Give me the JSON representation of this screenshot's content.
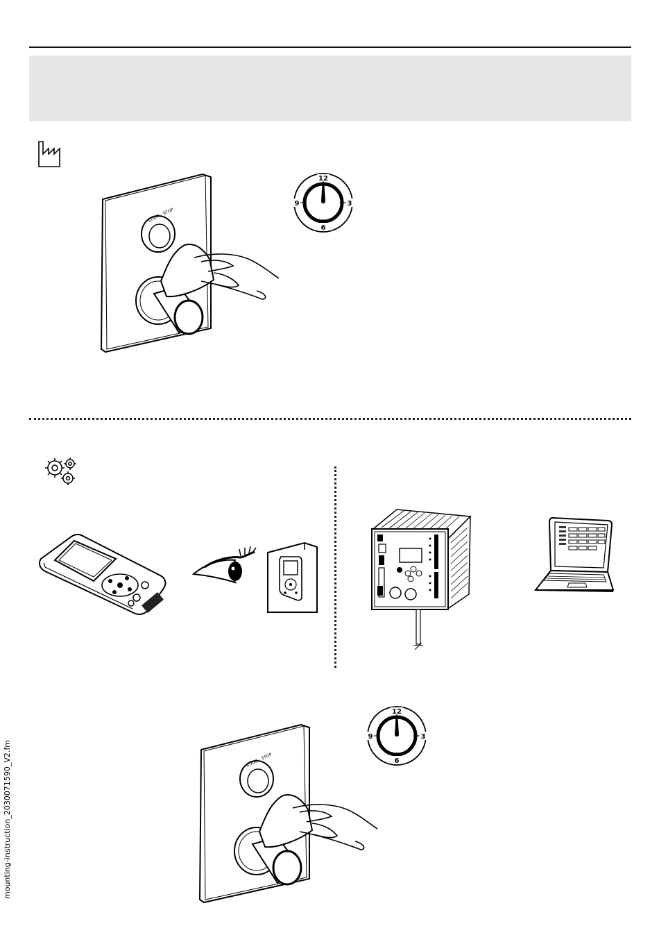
{
  "clock_top": {
    "n12": "12",
    "n3": "3",
    "n6": "6",
    "n9": "9"
  },
  "clock_bottom": {
    "n12": "12",
    "n3": "3",
    "n6": "6",
    "n9": "9"
  },
  "panel_top": {
    "button_label": "START · STOP"
  },
  "panel_bottom": {
    "button_label": "START · STOP"
  },
  "side_label": "mounting-instruction_2030071590_V2.fm",
  "icons": {
    "factory": "factory-icon",
    "settings": "gears-icon",
    "eye": "eye-icon",
    "manual": "manual-icon",
    "handheld": "handheld-device-icon",
    "controller": "control-unit-icon",
    "laptop": "laptop-icon"
  }
}
